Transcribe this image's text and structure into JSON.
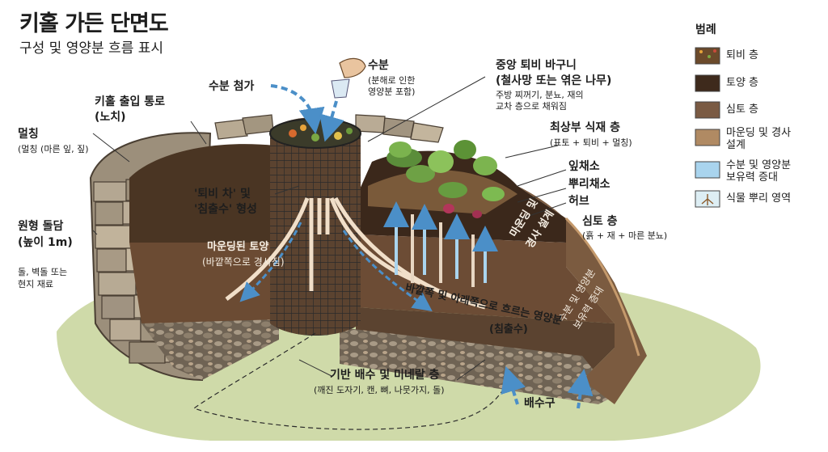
{
  "title": "키홀 가든 단면도",
  "subtitle": "구성 및 영양분 흐름 표시",
  "labels": {
    "moisture_add": "수분 첨가",
    "moisture": "수분",
    "moisture_sub1": "(분해로 인한",
    "moisture_sub2": "영양분 포함)",
    "keyhole_path": "키홀 출입 통로",
    "keyhole_path_sub": "(노치)",
    "mulching": "멀칭",
    "mulching_sub": "(멀칭 (마른 잎, 짚)",
    "stone_wall": "원형 돌담",
    "stone_wall_sub": "(높이 1m)",
    "stone_material1": "돌, 벽돌 또는",
    "stone_material2": "현지 재료",
    "basket": "중앙 퇴비 바구니",
    "basket_sub": "(철사망 또는 엮은 나무)",
    "basket_desc1": "주방 찌꺼기, 분뇨, 재의",
    "basket_desc2": "교차 층으로 채워짐",
    "top_layer": "최상부 식재 층",
    "top_layer_sub": "(표토 + 퇴비 + 멀칭)",
    "leafy": "잎채소",
    "root": "뿌리채소",
    "herb": "허브",
    "subsoil": "심토 층",
    "subsoil_sub": "(흙 + 재 + 마른 분뇨)",
    "tea1": "'퇴비 차' 및",
    "tea2": "'침출수' 형성",
    "mound1": "마운딩된 토양",
    "mound2": "(바깥쪽으로 경사짐)",
    "slope1": "마운딩 및",
    "slope2": "경사 설계",
    "retain1": "수분 및 영양분",
    "retain2": "보유력 증대",
    "flow1": "바깥쪽 및 아래쪽으로 흐르는 영양분",
    "flow2": "(침출수)",
    "base": "기반 배수 및 미네랄 층",
    "base_sub": "(깨진 도자기, 캔, 뼈, 나뭇가지, 돌)",
    "drain": "배수구"
  },
  "legend": {
    "title": "범례",
    "items": [
      {
        "label": "퇴비 층",
        "color": "#6b4a2b",
        "pattern": "compost"
      },
      {
        "label": "토양 층",
        "color": "#3e2a1c",
        "pattern": "solid"
      },
      {
        "label": "심토 층",
        "color": "#7a5a43",
        "pattern": "solid"
      },
      {
        "label": "마운딩 및 경사\n설계",
        "color": "#b08a63",
        "pattern": "solid"
      },
      {
        "label": "수분 및 영양분\n보유력 증대",
        "color": "#a9d4ee",
        "pattern": "water"
      },
      {
        "label": "식물 뿌리 영역",
        "color": "#ddeef4",
        "pattern": "roots"
      }
    ]
  },
  "colors": {
    "topsoil": "#3f2b1d",
    "subsoil": "#6e4d36",
    "mound": "#57402d",
    "gravel": "#8a7a66",
    "grass": "#c9d5a3",
    "stone": "#a89c8a",
    "water_arrow": "#4b8fc8",
    "nutrient_arrow": "#b8743a"
  }
}
